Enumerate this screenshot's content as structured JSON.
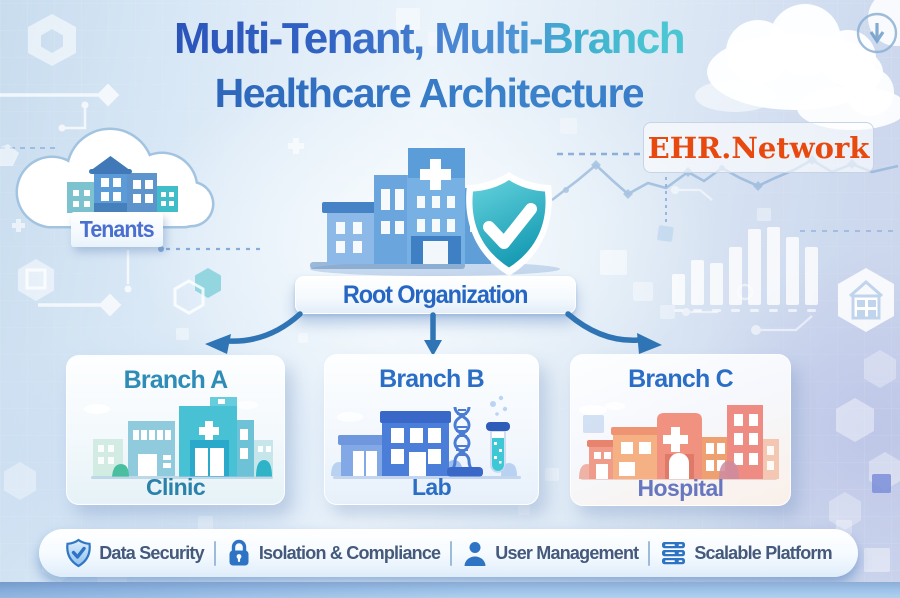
{
  "title": {
    "line1": "Multi-Tenant, Multi-Branch",
    "line2": "Healthcare Architecture"
  },
  "brand": {
    "name": "EHR.Network",
    "color": "#e8490f"
  },
  "tenants": {
    "label": "Tenants"
  },
  "root": {
    "label": "Root Organization"
  },
  "branches": [
    {
      "title": "Branch A",
      "type": "Clinic",
      "accent": "#2e8cb6"
    },
    {
      "title": "Branch B",
      "type": "Lab",
      "accent": "#2b6ec6"
    },
    {
      "title": "Branch C",
      "type": "Hospital",
      "accent": "#6777bf"
    }
  ],
  "features": [
    {
      "label": "Data Security",
      "icon": "shield-check-icon"
    },
    {
      "label": "Isolation & Compliance",
      "icon": "lock-icon"
    },
    {
      "label": "User Management",
      "icon": "user-icon"
    },
    {
      "label": "Scalable Platform",
      "icon": "stack-icon"
    }
  ],
  "colors": {
    "title_blue": "#2b54ba",
    "title_teal": "#4dc6d3",
    "arrow": "#2f75b5",
    "shield_teal": "#22a9bd",
    "feature_icon": "#2e74c4",
    "feature_text": "#44597b"
  }
}
